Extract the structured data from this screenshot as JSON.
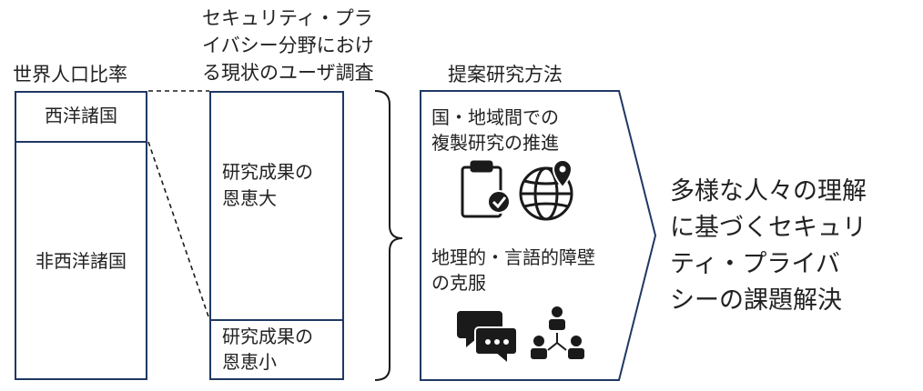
{
  "population": {
    "header": "世界人口比率",
    "western": "西洋諸国",
    "non_western": "非西洋諸国"
  },
  "survey": {
    "header_line1": "セキュリティ・プラ",
    "header_line2": "イバシー分野におけ",
    "header_line3": "る現状のユーザ調査",
    "large_benefit_line1": "研究成果の",
    "large_benefit_line2": "恩恵大",
    "small_benefit_line1": "研究成果の",
    "small_benefit_line2": "恩恵小"
  },
  "proposal": {
    "header": "提案研究方法",
    "item1_line1": "国・地域間での",
    "item1_line2": "複製研究の推進",
    "item2_line1": "地理的・言語的障壁",
    "item2_line2": "の克服"
  },
  "result": {
    "line1": "多様な人々の理解",
    "line2": "に基づくセキュリ",
    "line3": "ティ・プライバ",
    "line4": "シーの課題解決"
  },
  "icons": [
    "clipboard-check-icon",
    "globe-pin-icon",
    "chat-bubbles-icon",
    "people-network-icon"
  ],
  "colors": {
    "border": "#1f3864",
    "icon": "#1a1a1a",
    "text": "#222222"
  }
}
